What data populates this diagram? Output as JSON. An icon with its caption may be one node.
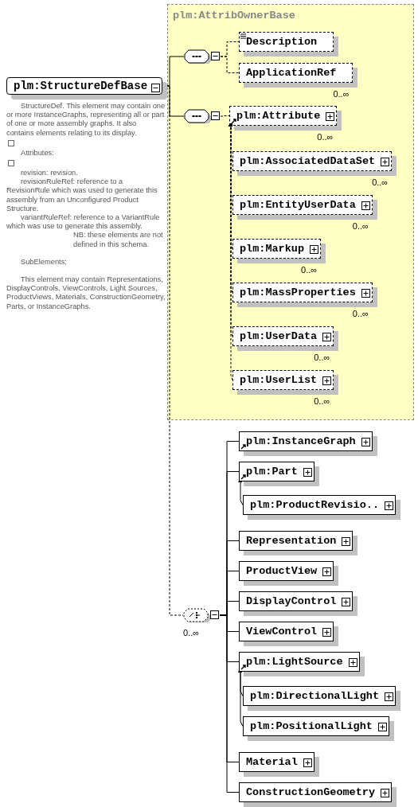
{
  "diagram": {
    "nodes": [
      {
        "text": [
          "plm:StructureDefBase"
        ],
        "beside": [
          "StructureDef. This element may contain one or more InstanceGraphs, representing all or part of one or more assembly graphs. It also contains elements relating to its display.",
          "Attributes:",
          "revision: revision.",
          "revisionRuleRef: reference to a RevisionRule which was used to generate this assembly from an Unconfigured Product Structure.",
          "variantRuleRef: reference to a VariantRule which was use to generate this assembly.",
          "NB: these elements are not defined in this schema.",
          "SubElements:",
          "This element may contain Representations, DisplayControls, ViewControls, Light Sources, ProductViews, Materials, ConstructionGeometry, Parts, or InstanceGraphs."
        ]
      },
      {
        "text": [
          "plm:AttribOwnerBase"
        ]
      },
      {
        "text": [],
        "shape": "octagon",
        "in": 1
      },
      {
        "text": [
          "Description"
        ],
        "in": 1
      },
      {
        "text": [
          "ApplicationRef"
        ],
        "in": 1,
        "beside": [
          "0..∞"
        ]
      },
      {
        "text": [],
        "shape": "octagon",
        "in": 1
      },
      {
        "text": [
          "plm:Attribute"
        ],
        "in": 1,
        "beside": [
          "0..∞"
        ]
      },
      {
        "text": [
          "plm:AssociatedDataSet"
        ],
        "in": 1,
        "beside": [
          "0..∞"
        ]
      },
      {
        "text": [
          "plm:EntityUserData"
        ],
        "in": 1,
        "beside": [
          "0..∞"
        ]
      },
      {
        "text": [
          "plm:Markup"
        ],
        "in": 1,
        "beside": [
          "0..∞"
        ]
      },
      {
        "text": [
          "plm:MassProperties"
        ],
        "in": 1,
        "beside": [
          "0..∞"
        ]
      },
      {
        "text": [
          "plm:UserData"
        ],
        "in": 1,
        "beside": [
          "0..∞"
        ]
      },
      {
        "text": [
          "plm:UserList"
        ],
        "in": 1,
        "beside": [
          "0..∞"
        ]
      },
      {
        "text": [],
        "shape": "octagon",
        "beside": [
          "0..∞"
        ]
      },
      {
        "text": [
          "plm:InstanceGraph"
        ]
      },
      {
        "text": [
          "plm:Part"
        ]
      },
      {
        "text": [
          "plm:ProductRevisio.."
        ]
      },
      {
        "text": [
          "Representation"
        ]
      },
      {
        "text": [
          "ProductView"
        ]
      },
      {
        "text": [
          "DisplayControl"
        ]
      },
      {
        "text": [
          "ViewControl"
        ]
      },
      {
        "text": [
          "plm:LightSource"
        ]
      },
      {
        "text": [
          "plm:DirectionalLight"
        ]
      },
      {
        "text": [
          "plm:PositionalLight"
        ]
      },
      {
        "text": [
          "Material"
        ]
      },
      {
        "text": [
          "ConstructionGeometry"
        ]
      }
    ],
    "edges": [
      {
        "from": 0,
        "to": 2,
        "arrow": "none"
      },
      {
        "from": 0,
        "to": 5,
        "arrow": "none"
      },
      {
        "from": 0,
        "to": 13,
        "arrow": "none",
        "style": "dashed"
      },
      {
        "from": 2,
        "to": 3,
        "arrow": "none",
        "style": "dashed"
      },
      {
        "from": 2,
        "to": 4,
        "arrow": "none",
        "style": "dashed"
      },
      {
        "from": 5,
        "to": 6,
        "arrow": "none",
        "style": "dashed"
      },
      {
        "from": 7,
        "to": 6,
        "arrow": "to",
        "style": "dashed"
      },
      {
        "from": 8,
        "to": 6,
        "arrow": "to",
        "style": "dashed"
      },
      {
        "from": 9,
        "to": 6,
        "arrow": "to",
        "style": "dashed"
      },
      {
        "from": 10,
        "to": 6,
        "arrow": "to",
        "style": "dashed"
      },
      {
        "from": 11,
        "to": 6,
        "arrow": "to",
        "style": "dashed"
      },
      {
        "from": 12,
        "to": 6,
        "arrow": "to",
        "style": "dashed"
      },
      {
        "from": 13,
        "to": 14,
        "arrow": "none"
      },
      {
        "from": 13,
        "to": 15,
        "arrow": "none"
      },
      {
        "from": 13,
        "to": 17,
        "arrow": "none"
      },
      {
        "from": 13,
        "to": 18,
        "arrow": "none"
      },
      {
        "from": 13,
        "to": 19,
        "arrow": "none"
      },
      {
        "from": 13,
        "to": 20,
        "arrow": "none"
      },
      {
        "from": 13,
        "to": 21,
        "arrow": "none"
      },
      {
        "from": 13,
        "to": 24,
        "arrow": "none"
      },
      {
        "from": 13,
        "to": 25,
        "arrow": "none"
      },
      {
        "from": 16,
        "to": 15,
        "arrow": "to"
      },
      {
        "from": 22,
        "to": 21,
        "arrow": "to"
      },
      {
        "from": 23,
        "to": 21,
        "arrow": "to"
      }
    ]
  }
}
